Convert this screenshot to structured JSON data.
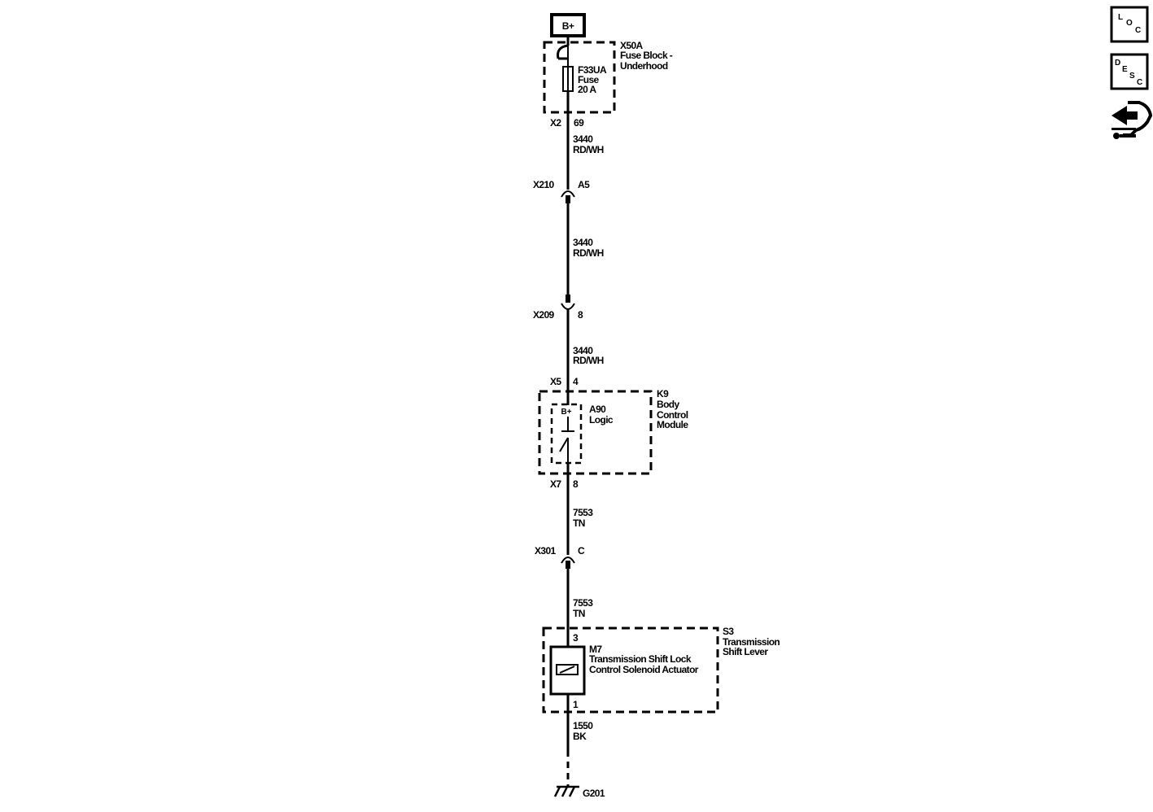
{
  "power": {
    "label": "B+"
  },
  "fuse_block": {
    "name_line1": "X50A",
    "name_line2": "Fuse Block -",
    "name_line3": "Underhood"
  },
  "fuse": {
    "line1": "F33UA",
    "line2": "Fuse",
    "line3": "20 A"
  },
  "connectors": {
    "x2": {
      "name": "X2",
      "pin": "69"
    },
    "x210": {
      "name": "X210",
      "pin": "A5"
    },
    "x209": {
      "name": "X209",
      "pin": "8"
    },
    "x5": {
      "name": "X5",
      "pin": "4"
    },
    "x7": {
      "name": "X7",
      "pin": "8"
    },
    "x301": {
      "name": "X301",
      "pin": "C"
    },
    "s3_top_pin": "3",
    "s3_bottom_pin": "1"
  },
  "wires": {
    "w1": {
      "circuit": "3440",
      "color": "RD/WH"
    },
    "w2": {
      "circuit": "3440",
      "color": "RD/WH"
    },
    "w3": {
      "circuit": "3440",
      "color": "RD/WH"
    },
    "w4": {
      "circuit": "7553",
      "color": "TN"
    },
    "w5": {
      "circuit": "7553",
      "color": "TN"
    },
    "w6": {
      "circuit": "1550",
      "color": "BK"
    }
  },
  "bcm": {
    "name_line1": "K9",
    "name_line2": "Body",
    "name_line3": "Control",
    "name_line4": "Module",
    "inner_supply": "B+",
    "logic_line1": "A90",
    "logic_line2": "Logic"
  },
  "shift_lever": {
    "name_line1": "S3",
    "name_line2": "Transmission",
    "name_line3": "Shift Lever"
  },
  "solenoid": {
    "line1": "M7",
    "line2": "Transmission Shift Lock",
    "line3": "Control Solenoid Actuator"
  },
  "ground": {
    "name": "G201"
  },
  "side_icons": {
    "loc": {
      "l1": "L",
      "l2": "O",
      "l3": "C"
    },
    "desc": {
      "l1": "D",
      "l2": "E",
      "l3": "S",
      "l4": "C"
    },
    "connector_icon": "connector-end-view-icon"
  }
}
